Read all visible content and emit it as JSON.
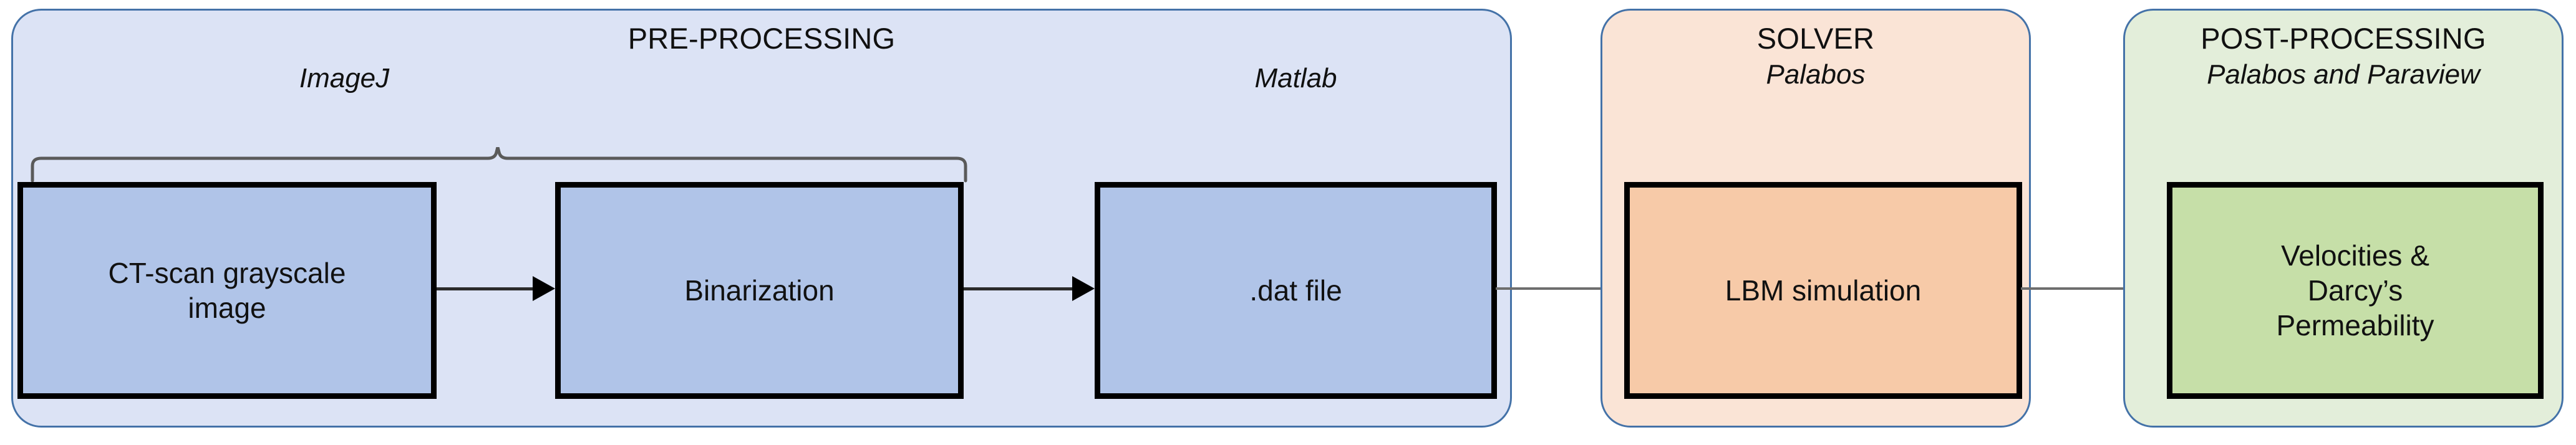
{
  "diagram": {
    "title_bar": "",
    "panels": [
      {
        "id": "pre-processing",
        "title": "PRE-PROCESSING",
        "subtitle": "",
        "accent": "#DCE3F5",
        "border": "#4472A8",
        "box_fill": "#B0C4E8",
        "tools": [
          {
            "name": "ImageJ",
            "spans": [
              "CT-scan grayscale image",
              "Binarization"
            ]
          },
          {
            "name": "Matlab",
            "spans": [
              ".dat file"
            ]
          }
        ],
        "boxes": [
          {
            "id": "ct-scan-grayscale-image",
            "label": "CT-scan grayscale\nimage"
          },
          {
            "id": "binarization",
            "label": "Binarization"
          },
          {
            "id": "dat-file",
            "label": ".dat file"
          }
        ]
      },
      {
        "id": "solver",
        "title": "SOLVER",
        "subtitle": "Palabos",
        "accent": "#FAE4D6",
        "border": "#4472A8",
        "box_fill": "#F7CAA8",
        "tools": [],
        "boxes": [
          {
            "id": "lbm-simulation",
            "label": "LBM simulation"
          }
        ]
      },
      {
        "id": "post-processing",
        "title": "POST-PROCESSING",
        "subtitle": "Palabos and Paraview",
        "accent": "#E3EEDA",
        "border": "#4472A8",
        "box_fill": "#C6DFA8",
        "tools": [],
        "boxes": [
          {
            "id": "velocities-darcys-permeability",
            "label": "Velocities &\nDarcy’s\nPermeability"
          }
        ]
      }
    ],
    "connectors": [
      {
        "id": "ct-to-binarization",
        "from": "ct-scan-grayscale-image",
        "to": "binarization",
        "style": "solid-dark"
      },
      {
        "id": "binarization-to-dat",
        "from": "binarization",
        "to": "dat-file",
        "style": "solid-dark"
      },
      {
        "id": "dat-to-lbm",
        "from": "dat-file",
        "to": "lbm-simulation",
        "style": "solid-thin"
      },
      {
        "id": "lbm-to-velocities",
        "from": "lbm-simulation",
        "to": "velocities-darcys-permeability",
        "style": "solid-thin"
      }
    ],
    "brace": {
      "id": "imagej-brace",
      "label": "ImageJ",
      "covers": [
        "ct-scan-grayscale-image",
        "binarization"
      ]
    }
  }
}
